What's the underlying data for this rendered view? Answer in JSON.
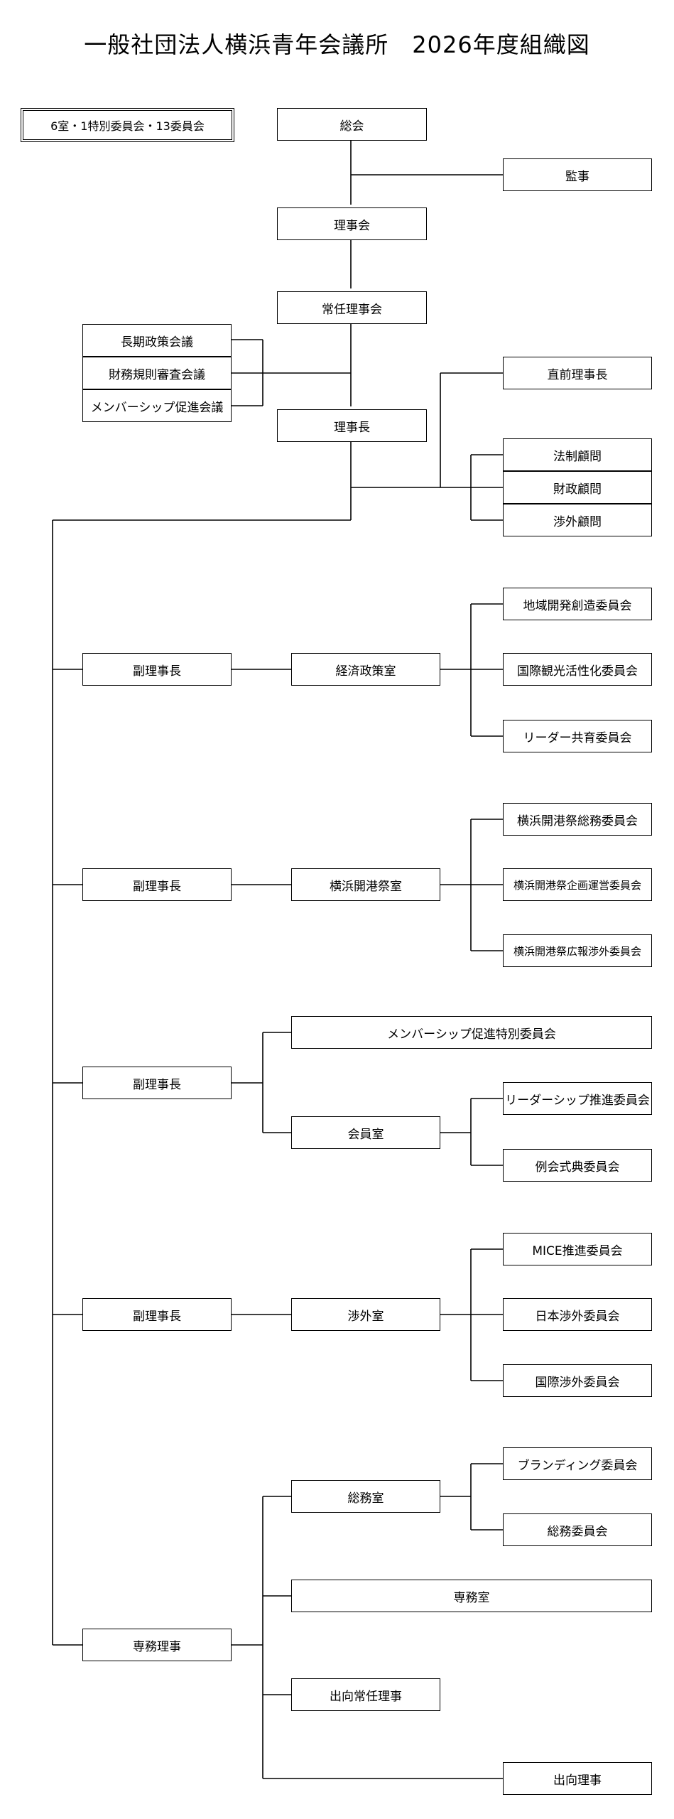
{
  "title": "一般社団法人横浜青年会議所　2026年度組織図",
  "summary": "6室・1特別委員会・13委員会",
  "top": {
    "general_assembly": "総会",
    "auditor": "監事",
    "board": "理事会",
    "standing_board": "常任理事会",
    "president": "理事長",
    "immediate_past_president": "直前理事長",
    "long_term_policy": "長期政策会議",
    "finance_rules": "財務規則審査会議",
    "membership_promotion_meeting": "メンバーシップ促進会議",
    "legal_advisor": "法制顧問",
    "finance_advisor": "財政顧問",
    "external_advisor": "渉外顧問"
  },
  "divisions": [
    {
      "head": "副理事長",
      "office": "経済政策室",
      "committees": [
        "地域開発創造委員会",
        "国際観光活性化委員会",
        "リーダー共育委員会"
      ]
    },
    {
      "head": "副理事長",
      "office": "横浜開港祭室",
      "committees": [
        "横浜開港祭総務委員会",
        "横浜開港祭企画運営委員会",
        "横浜開港祭広報渉外委員会"
      ]
    },
    {
      "head": "副理事長",
      "special_committee": "メンバーシップ促進特別委員会",
      "office": "会員室",
      "committees": [
        "リーダーシップ推進委員会",
        "例会式典委員会"
      ]
    },
    {
      "head": "副理事長",
      "office": "渉外室",
      "committees": [
        "MICE推進委員会",
        "日本渉外委員会",
        "国際渉外委員会"
      ]
    },
    {
      "head": "専務理事",
      "office": "総務室",
      "committees": [
        "ブランディング委員会",
        "総務委員会"
      ],
      "secretariat": "専務室",
      "seconded_standing_director": "出向常任理事",
      "seconded_director": "出向理事"
    }
  ]
}
